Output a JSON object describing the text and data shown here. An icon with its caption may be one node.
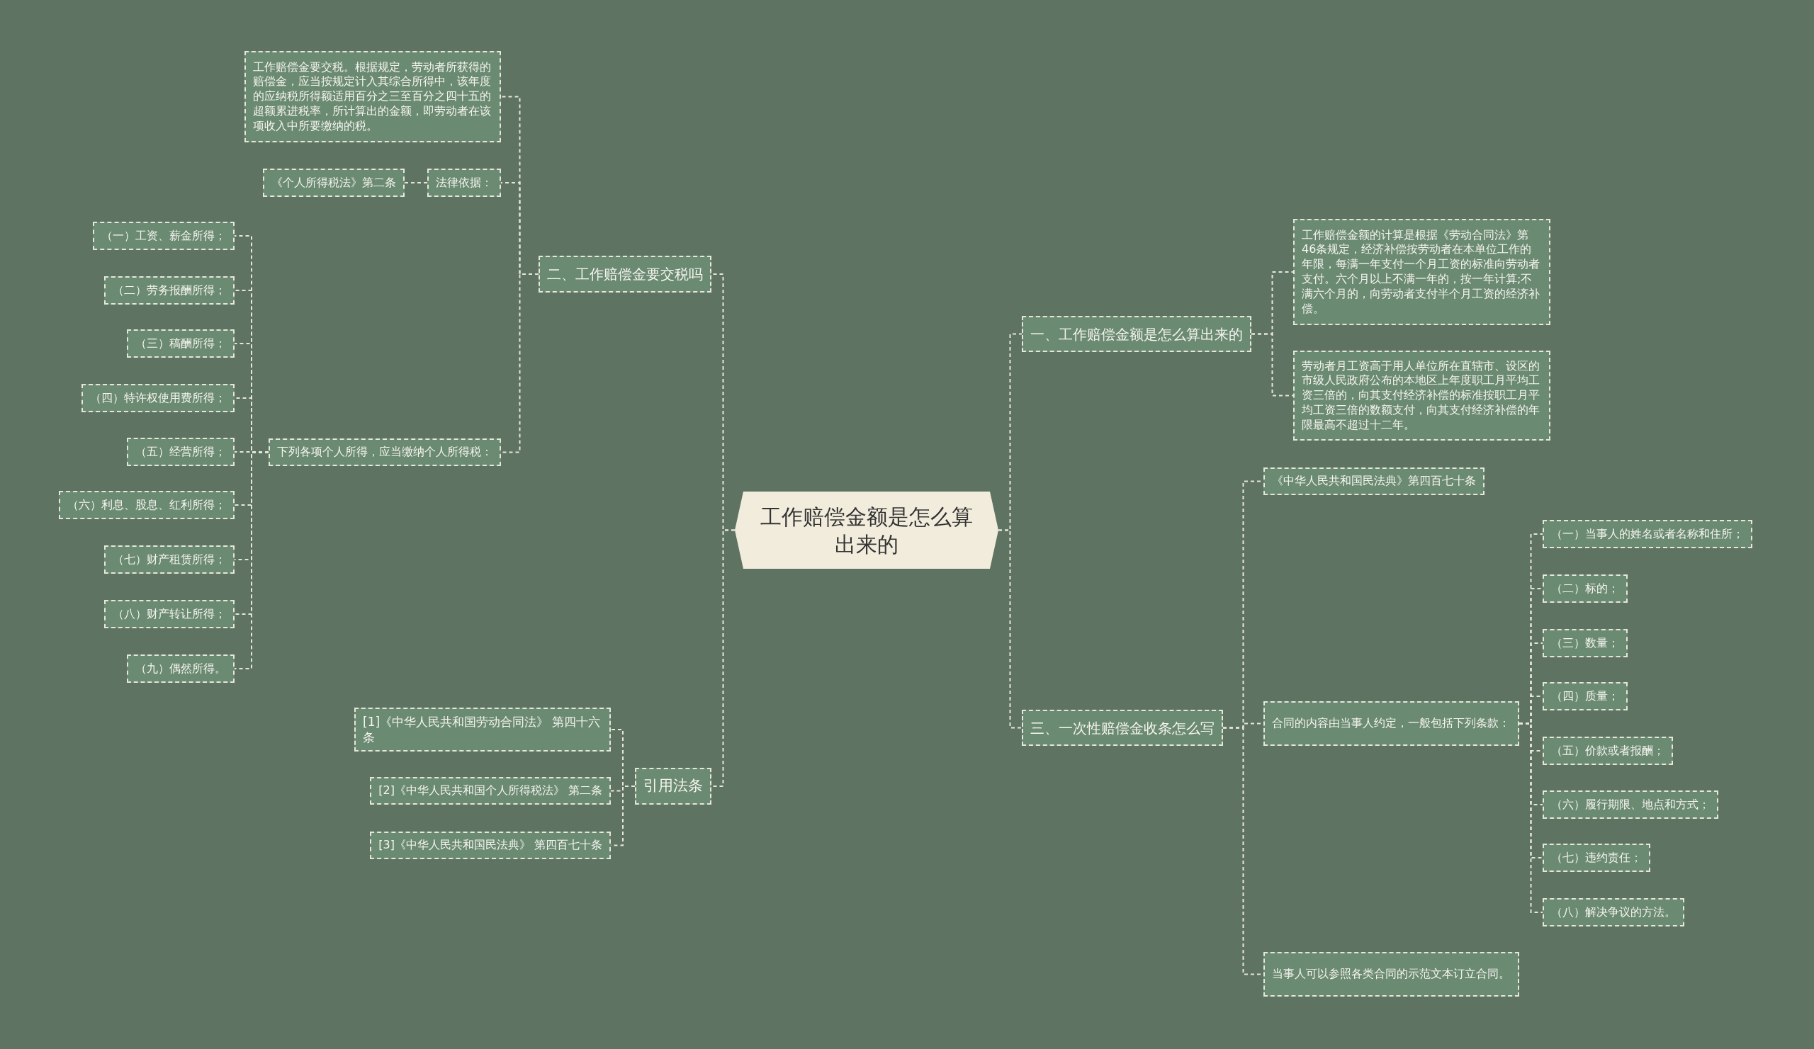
{
  "diagram": {
    "nodes": [
      {
        "text": [
          "工作赔偿金额是怎么算出来的"
        ]
      },
      {
        "text": [
          "一、工作赔偿金额是怎么算出来的"
        ]
      },
      {
        "text": [
          "工作赔偿金额的计算是根据《劳动合同法》第46条规定，经济补偿按劳动者在本单位工作的年限，每满一年支付一个月工资的标准向劳动者支付。六个月以上不满一年的，按一年计算;不满六个月的，向劳动者支付半个月工资的经济补偿。"
        ]
      },
      {
        "text": [
          "劳动者月工资高于用人单位所在直辖市、设区的市级人民政府公布的本地区上年度职工月平均工资三倍的，向其支付经济补偿的标准按职工月平均工资三倍的数额支付，向其支付经济补偿的年限最高不超过十二年。"
        ]
      },
      {
        "text": [
          "三、一次性赔偿金收条怎么写"
        ]
      },
      {
        "text": [
          "《中华人民共和国民法典》第四百七十条"
        ]
      },
      {
        "text": [
          "合同的内容由当事人约定，一般包括下列条款："
        ]
      },
      {
        "text": [
          "（一）当事人的姓名或者名称和住所；"
        ]
      },
      {
        "text": [
          "（二）标的；"
        ]
      },
      {
        "text": [
          "（三）数量；"
        ]
      },
      {
        "text": [
          "（四）质量；"
        ]
      },
      {
        "text": [
          "（五）价款或者报酬；"
        ]
      },
      {
        "text": [
          "（六）履行期限、地点和方式；"
        ]
      },
      {
        "text": [
          "（七）违约责任；"
        ]
      },
      {
        "text": [
          "（八）解决争议的方法。"
        ]
      },
      {
        "text": [
          "当事人可以参照各类合同的示范文本订立合同。"
        ]
      },
      {
        "text": [
          "二、工作赔偿金要交税吗"
        ]
      },
      {
        "text": [
          "工作赔偿金要交税。根据规定，劳动者所获得的赔偿金，应当按规定计入其综合所得中，该年度的应纳税所得额适用百分之三至百分之四十五的超额累进税率，所计算出的金额，即劳动者在该项收入中所要缴纳的税。"
        ]
      },
      {
        "text": [
          "法律依据："
        ]
      },
      {
        "text": [
          "《个人所得税法》第二条"
        ]
      },
      {
        "text": [
          "下列各项个人所得，应当缴纳个人所得税："
        ]
      },
      {
        "text": [
          "（一）工资、薪金所得；"
        ]
      },
      {
        "text": [
          "（二）劳务报酬所得；"
        ]
      },
      {
        "text": [
          "（三）稿酬所得；"
        ]
      },
      {
        "text": [
          "（四）特许权使用费所得；"
        ]
      },
      {
        "text": [
          "（五）经营所得；"
        ]
      },
      {
        "text": [
          "（六）利息、股息、红利所得；"
        ]
      },
      {
        "text": [
          "（七）财产租赁所得；"
        ]
      },
      {
        "text": [
          "（八）财产转让所得；"
        ]
      },
      {
        "text": [
          "（九）偶然所得。"
        ]
      },
      {
        "text": [
          "引用法条"
        ]
      },
      {
        "text": [
          "[1]《中华人民共和国劳动合同法》 第四十六条"
        ]
      },
      {
        "text": [
          "[2]《中华人民共和国个人所得税法》 第二条"
        ]
      },
      {
        "text": [
          "[3]《中华人民共和国民法典》 第四百七十条"
        ]
      }
    ],
    "edges": [
      {
        "from": 0,
        "to": 1,
        "arrow": "none"
      },
      {
        "from": 0,
        "to": 4,
        "arrow": "none"
      },
      {
        "from": 0,
        "to": 16,
        "arrow": "none"
      },
      {
        "from": 0,
        "to": 30,
        "arrow": "none"
      },
      {
        "from": 1,
        "to": 2,
        "arrow": "none"
      },
      {
        "from": 1,
        "to": 3,
        "arrow": "none"
      },
      {
        "from": 4,
        "to": 5,
        "arrow": "none"
      },
      {
        "from": 4,
        "to": 6,
        "arrow": "none"
      },
      {
        "from": 4,
        "to": 15,
        "arrow": "none"
      },
      {
        "from": 6,
        "to": 7,
        "arrow": "none"
      },
      {
        "from": 6,
        "to": 8,
        "arrow": "none"
      },
      {
        "from": 6,
        "to": 9,
        "arrow": "none"
      },
      {
        "from": 6,
        "to": 10,
        "arrow": "none"
      },
      {
        "from": 6,
        "to": 11,
        "arrow": "none"
      },
      {
        "from": 6,
        "to": 12,
        "arrow": "none"
      },
      {
        "from": 6,
        "to": 13,
        "arrow": "none"
      },
      {
        "from": 6,
        "to": 14,
        "arrow": "none"
      },
      {
        "from": 16,
        "to": 17,
        "arrow": "none"
      },
      {
        "from": 16,
        "to": 18,
        "arrow": "none"
      },
      {
        "from": 16,
        "to": 20,
        "arrow": "none"
      },
      {
        "from": 18,
        "to": 19,
        "arrow": "none"
      },
      {
        "from": 20,
        "to": 21,
        "arrow": "none"
      },
      {
        "from": 20,
        "to": 22,
        "arrow": "none"
      },
      {
        "from": 20,
        "to": 23,
        "arrow": "none"
      },
      {
        "from": 20,
        "to": 24,
        "arrow": "none"
      },
      {
        "from": 20,
        "to": 25,
        "arrow": "none"
      },
      {
        "from": 20,
        "to": 26,
        "arrow": "none"
      },
      {
        "from": 20,
        "to": 27,
        "arrow": "none"
      },
      {
        "from": 20,
        "to": 28,
        "arrow": "none"
      },
      {
        "from": 20,
        "to": 29,
        "arrow": "none"
      },
      {
        "from": 30,
        "to": 31,
        "arrow": "none"
      },
      {
        "from": 30,
        "to": 32,
        "arrow": "none"
      },
      {
        "from": 30,
        "to": 33,
        "arrow": "none"
      }
    ]
  }
}
